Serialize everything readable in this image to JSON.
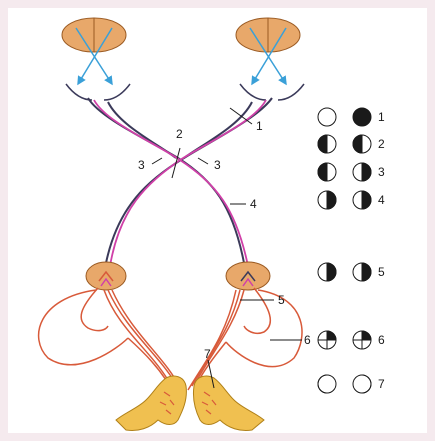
{
  "labels": {
    "l1": "1",
    "l2": "2",
    "l3_left": "3",
    "l3_right": "3",
    "l4": "4",
    "l5": "5",
    "l6": "6",
    "l7": "7"
  },
  "legend": {
    "row1": "1",
    "row2": "2",
    "row3": "3",
    "row4": "4",
    "row5": "5",
    "row6": "6",
    "row7": "7"
  },
  "colors": {
    "eye_fill": "#e8a86a",
    "eye_stroke": "#9a5a22",
    "ray": "#3aa0d8",
    "tract_dark": "#3b3a5a",
    "tract_magenta": "#d040a8",
    "radiation": "#d85a3a",
    "cortex_fill": "#f0c050",
    "cortex_stroke": "#b08018",
    "background": "#f5eaee"
  }
}
